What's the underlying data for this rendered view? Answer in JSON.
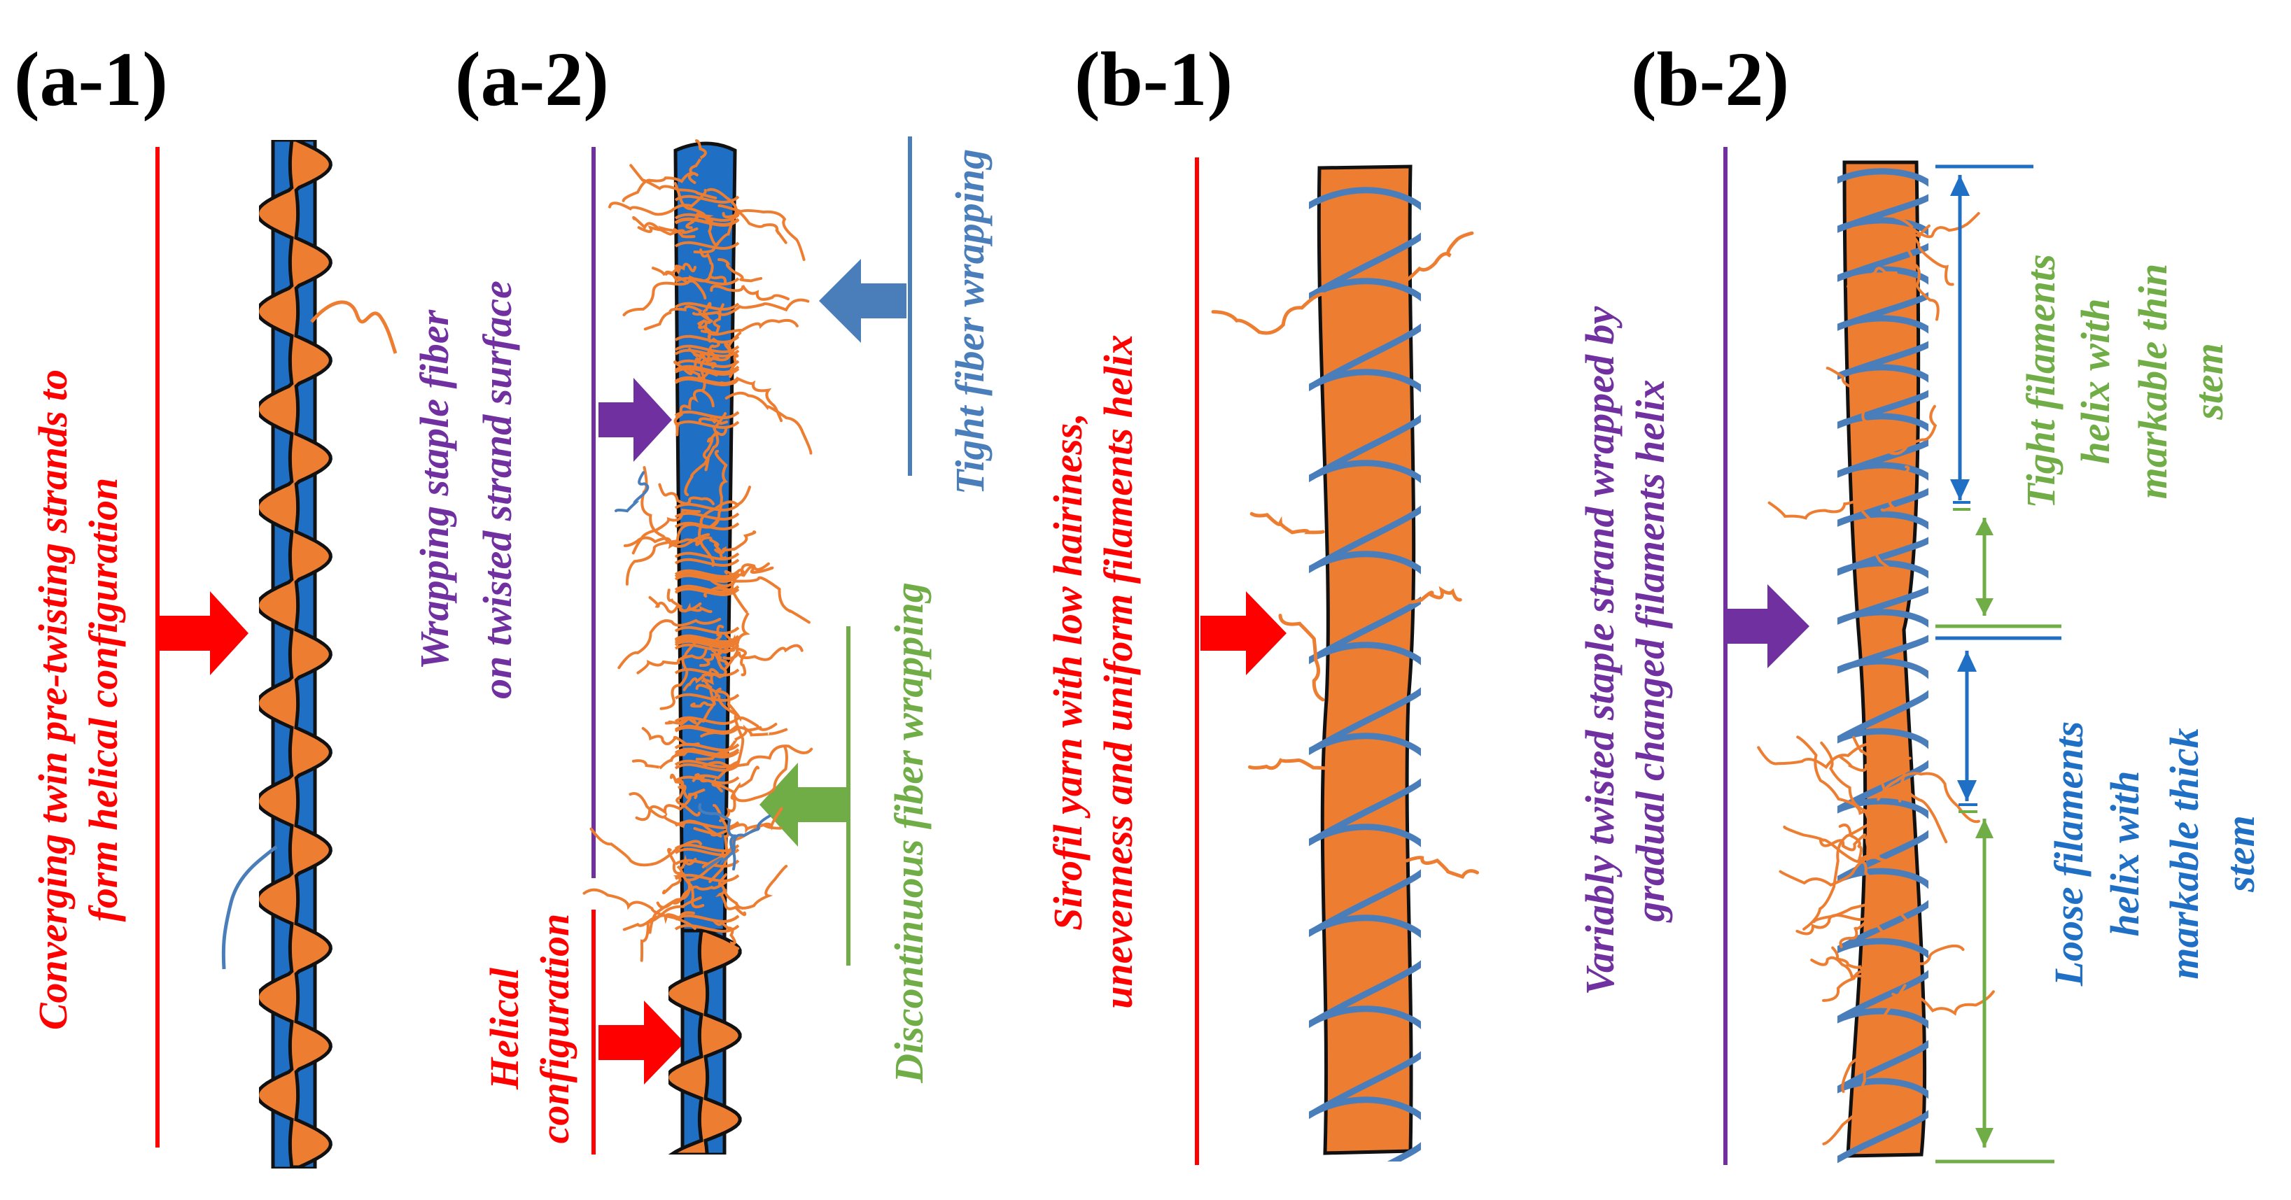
{
  "colors": {
    "red": "#ff0000",
    "blue": "#1f6fc5",
    "orange": "#ed7d31",
    "purple": "#7030a0",
    "green": "#70ad47",
    "steelblue": "#4a7ebb",
    "outline": "#111111"
  },
  "panels": {
    "a1": {
      "label": "(a-1)",
      "desc_lines": [
        "Converging twin pre-twisting strands to",
        "form helical configuration"
      ]
    },
    "a2": {
      "label": "(a-2)",
      "wrap_lines": [
        "Wrapping staple fiber",
        "on twisted strand surface"
      ],
      "tight": "Tight fiber wrapping",
      "discontinuous": "Discontinuous fiber wrapping",
      "helical_lines": [
        "Helical",
        "configuration"
      ]
    },
    "b1": {
      "label": "(b-1)",
      "desc_lines": [
        "Sirofil yarn with low hairiness,",
        "unevenness and uniform filaments helix"
      ]
    },
    "b2": {
      "label": "(b-2)",
      "desc_lines": [
        "Variably twisted staple strand wrapped by",
        "gradual changed filaments helix"
      ],
      "tight_lines": [
        "Tight filaments",
        "helix with",
        "markable thin",
        "stem"
      ],
      "loose_lines": [
        "Loose filaments",
        "helix with",
        "markable thick",
        "stem"
      ]
    }
  }
}
